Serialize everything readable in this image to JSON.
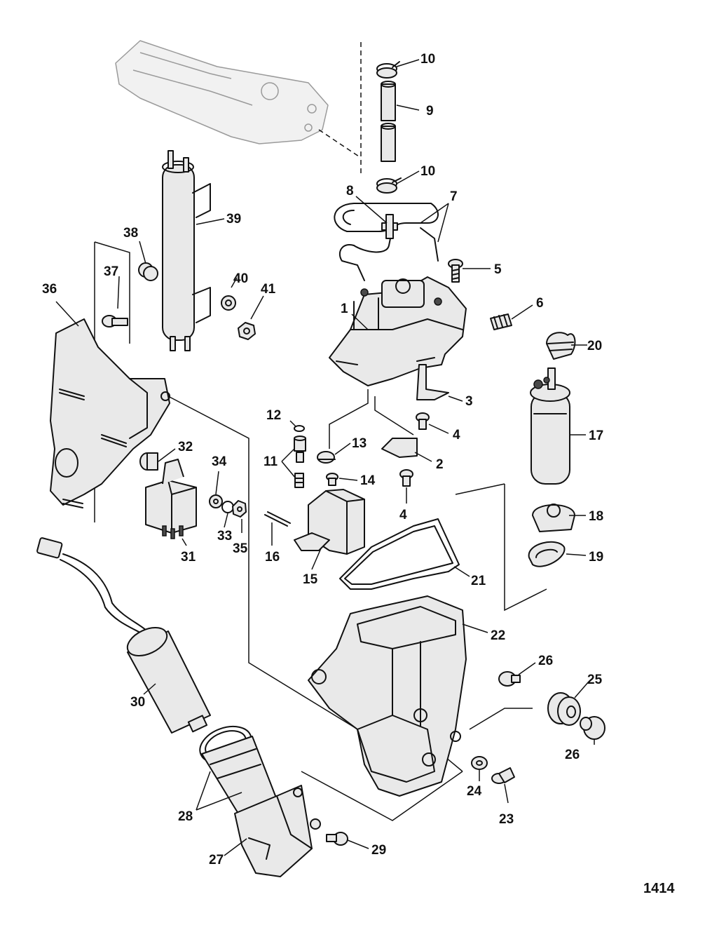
{
  "figure_number": "1414",
  "callouts": [
    {
      "id": "c10a",
      "label": "10"
    },
    {
      "id": "c9",
      "label": "9"
    },
    {
      "id": "c10b",
      "label": "10"
    },
    {
      "id": "c8",
      "label": "8"
    },
    {
      "id": "c7",
      "label": "7"
    },
    {
      "id": "c5",
      "label": "5"
    },
    {
      "id": "c6",
      "label": "6"
    },
    {
      "id": "c1",
      "label": "1"
    },
    {
      "id": "c39",
      "label": "39"
    },
    {
      "id": "c38",
      "label": "38"
    },
    {
      "id": "c40",
      "label": "40"
    },
    {
      "id": "c41",
      "label": "41"
    },
    {
      "id": "c37",
      "label": "37"
    },
    {
      "id": "c36",
      "label": "36"
    },
    {
      "id": "c20",
      "label": "20"
    },
    {
      "id": "c3",
      "label": "3"
    },
    {
      "id": "c4a",
      "label": "4"
    },
    {
      "id": "c17",
      "label": "17"
    },
    {
      "id": "c12",
      "label": "12"
    },
    {
      "id": "c13",
      "label": "13"
    },
    {
      "id": "c2",
      "label": "2"
    },
    {
      "id": "c11",
      "label": "11"
    },
    {
      "id": "c14",
      "label": "14"
    },
    {
      "id": "c4b",
      "label": "4"
    },
    {
      "id": "c32",
      "label": "32"
    },
    {
      "id": "c34",
      "label": "34"
    },
    {
      "id": "c33",
      "label": "33"
    },
    {
      "id": "c35",
      "label": "35"
    },
    {
      "id": "c31",
      "label": "31"
    },
    {
      "id": "c16",
      "label": "16"
    },
    {
      "id": "c15",
      "label": "15"
    },
    {
      "id": "c18",
      "label": "18"
    },
    {
      "id": "c19",
      "label": "19"
    },
    {
      "id": "c21",
      "label": "21"
    },
    {
      "id": "c22",
      "label": "22"
    },
    {
      "id": "c26a",
      "label": "26"
    },
    {
      "id": "c25",
      "label": "25"
    },
    {
      "id": "c26b",
      "label": "26"
    },
    {
      "id": "c30",
      "label": "30"
    },
    {
      "id": "c24",
      "label": "24"
    },
    {
      "id": "c23",
      "label": "23"
    },
    {
      "id": "c28",
      "label": "28"
    },
    {
      "id": "c29",
      "label": "29"
    },
    {
      "id": "c27",
      "label": "27"
    }
  ]
}
